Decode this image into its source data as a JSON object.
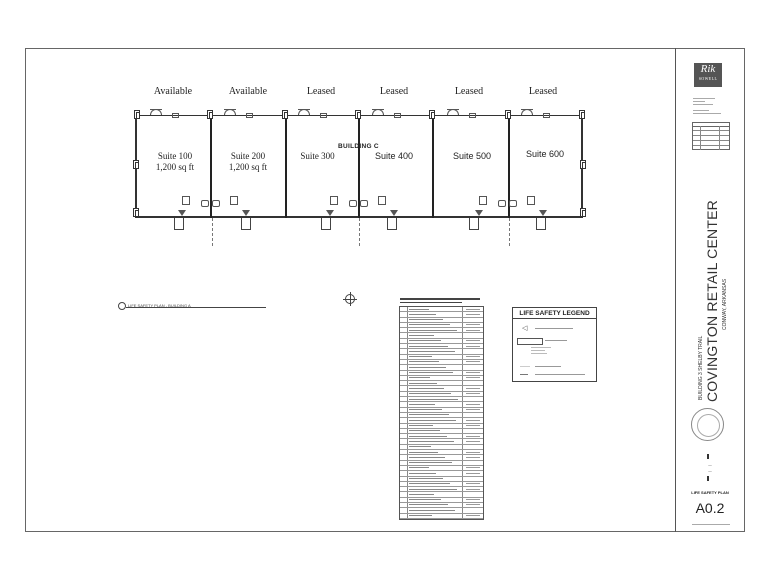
{
  "drawing": {
    "building_title": "BUILDING C",
    "suites": [
      {
        "status": "Available",
        "name": "Suite 100",
        "area": "1,200 sq ft"
      },
      {
        "status": "Available",
        "name": "Suite 200",
        "area": "1,200 sq ft"
      },
      {
        "status": "Leased",
        "name": "Suite 300",
        "area": ""
      },
      {
        "status": "Leased",
        "name": "Suite 400",
        "area": ""
      },
      {
        "status": "Leased",
        "name": "Suite 500",
        "area": ""
      },
      {
        "status": "Leased",
        "name": "Suite 600",
        "area": ""
      }
    ],
    "plan_label": "LIFE SAFETY PLAN - BUILDING A",
    "north_arrow": "north-arrow-icon"
  },
  "occupancy_table": {
    "title": "(illegible table title)",
    "row_count": 40,
    "rows_legible": false
  },
  "legend": {
    "title": "LIFE SAFETY LEGEND",
    "items_legible": false,
    "items": [
      {
        "symbol": "exit-sign-icon",
        "label": "(approx.) DIRECTION OF EXIT"
      },
      {
        "symbol": "occupancy-tag-icon",
        "label": "(approx.) OCCUPANCY TAG"
      },
      {
        "symbol": "line-icon",
        "label": "(approx.) TRAVEL DISTANCE"
      },
      {
        "symbol": "extinguisher-icon",
        "label": "(approx.) FIRE EXTINGUISHER CABINET"
      }
    ]
  },
  "title_block": {
    "logo": {
      "signature": "Rik",
      "name": "SOWELL"
    },
    "project_subtitle": "BUILDING 3 SHELBY TRAIL",
    "project_name": "COVINGTON RETAIL CENTER",
    "location": "CONWAY, ARKANSAS",
    "date": "(illegible date)",
    "sheet_name": "LIFE SAFETY PLAN",
    "sheet_number": "A0.2"
  }
}
